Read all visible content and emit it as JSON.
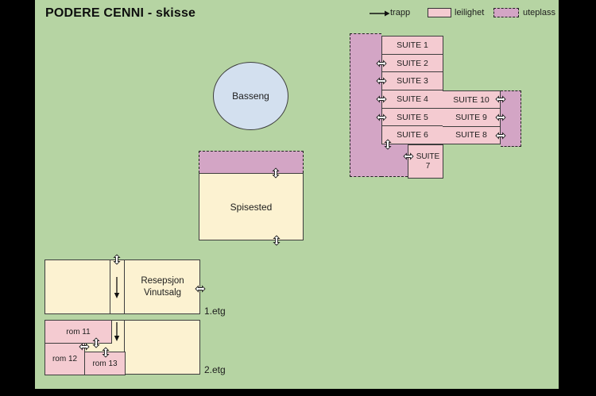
{
  "title": "PODERE CENNI - skisse",
  "legend": {
    "trapp": "trapp",
    "leilighet": "leilighet",
    "uteplass": "uteplass"
  },
  "colors": {
    "background": "#000000",
    "canvas_green": "#b6d4a3",
    "apartment_pink": "#f4cbd1",
    "terrace_purple": "#d3a5c5",
    "building_cream": "#fcf2d1",
    "pool_blue": "#d3e0ef",
    "line": "#3d3d3d"
  },
  "pool": {
    "label": "Basseng"
  },
  "dining": {
    "label": "Spisested"
  },
  "suites": {
    "column": [
      "SUITE 1",
      "SUITE 2",
      "SUITE 3",
      "SUITE 4",
      "SUITE 5",
      "SUITE 6"
    ],
    "wing": [
      "SUITE 10",
      "SUITE 9",
      "SUITE 8"
    ],
    "suite7_line1": "SUITE",
    "suite7_line2": "7"
  },
  "floor1": {
    "label_line1": "Resepsjon",
    "label_line2": "Vinutsalg",
    "tag": "1.etg"
  },
  "floor2": {
    "rooms": [
      "rom 11",
      "rom 12",
      "rom 13"
    ],
    "tag": "2.etg"
  }
}
